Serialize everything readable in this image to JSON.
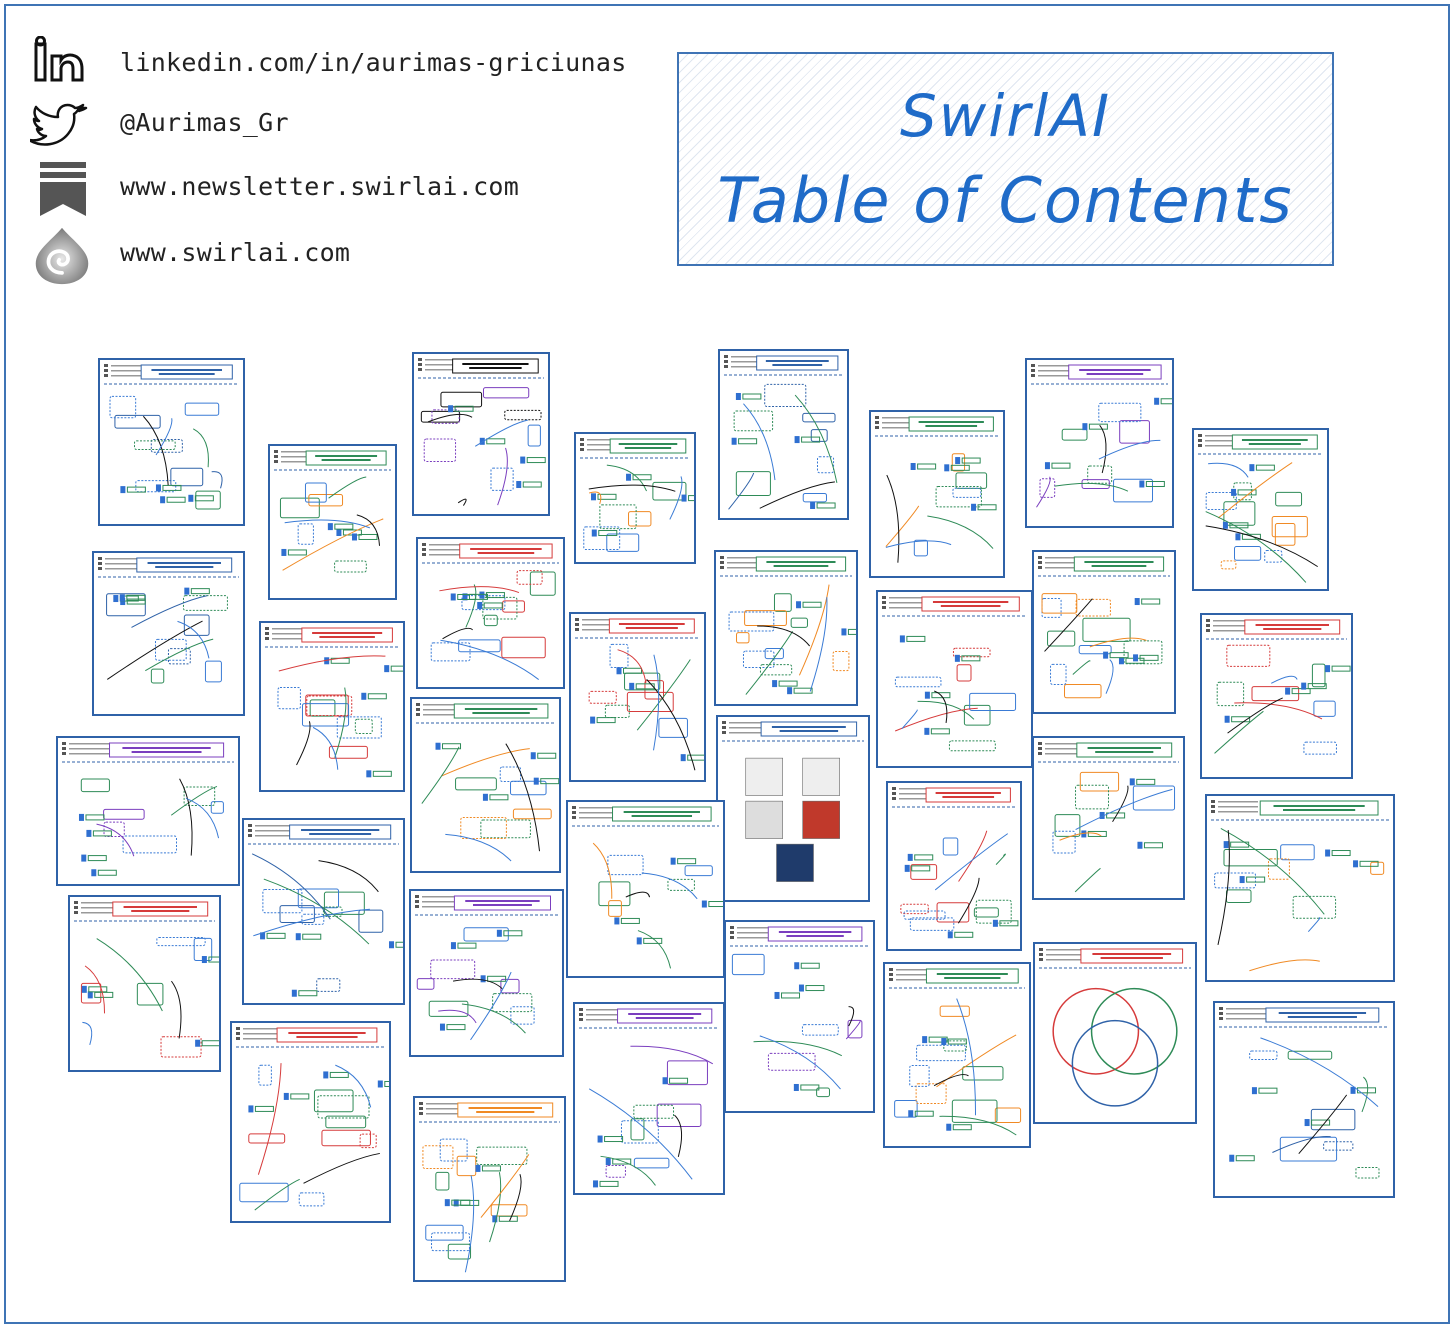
{
  "header": {
    "contacts": [
      {
        "icon": "linkedin-icon",
        "text": "linkedin.com/in/aurimas-griciunas"
      },
      {
        "icon": "twitter-icon",
        "text": "@Aurimas_Gr"
      },
      {
        "icon": "newsletter-bookmark-icon",
        "text": "www.newsletter.swirlai.com"
      },
      {
        "icon": "swirlai-logo-icon",
        "text": "www.swirlai.com"
      }
    ],
    "title_line1": "SwirlAI",
    "title_line2": "Table of Contents"
  },
  "colors": {
    "accent": "#1f6bc8",
    "border": "#2f62a8",
    "green": "#2e8b57",
    "purple": "#7b3fbf",
    "red": "#d63b3b",
    "orange": "#f08a24"
  },
  "cards": [
    {
      "name": "cdc-card",
      "title": "Data Engineering 101: CDC (Change Data Capture)",
      "theme": "blue"
    },
    {
      "name": "vector-databases-card",
      "title": "Vector Databases",
      "theme": "green"
    },
    {
      "name": "spark-partitions-card",
      "title": "Data Engineering 101: Spark - Partitions",
      "theme": "black"
    },
    {
      "name": "realtime-model-observability-card",
      "title": "MLOps 101: Real Time Model Observability",
      "theme": "green"
    },
    {
      "name": "kafka-reading-data-card",
      "title": "Data Engineering 101: Kafka - Reading Data (Brokers)",
      "theme": "blue"
    },
    {
      "name": "latency-of-feedback-card",
      "title": "Latency of Feedback in Machine Learning Applications",
      "theme": "green"
    },
    {
      "name": "data-value-chain-card",
      "title": "The Data Value Chain",
      "theme": "purple"
    },
    {
      "name": "vector-db-query-path-card",
      "title": "Vector Databases: Query Path",
      "theme": "green"
    },
    {
      "name": "cap-theorem-card",
      "title": "Data Engineering 101: CAP Theorem",
      "theme": "blue"
    },
    {
      "name": "acid-properties-card",
      "title": "Data Engineering 101: ACID Properties in DBMS",
      "theme": "red"
    },
    {
      "name": "training-serving-skew-card",
      "title": "MLOps 101: Training/Serving Skew in Machine Learning Systems",
      "theme": "red"
    },
    {
      "name": "kafka-data-indexing-card",
      "title": "Data Engineering 101: Kafka - Indexing",
      "theme": "green"
    },
    {
      "name": "kafka-at-least-once-card",
      "title": "Data Engineering 101: Kafka - At-Least/Most Once Processing",
      "theme": "red"
    },
    {
      "name": "organizational-structure-card",
      "title": "Organizational Structure for Effective MLOps Implementation",
      "theme": "green"
    },
    {
      "name": "cognitive-load-card",
      "title": "Cognitive Load and Capacity",
      "theme": "red"
    },
    {
      "name": "decomposing-ml-system-latency-card",
      "title": "MLOps 101: Decomposing ML System Latency",
      "theme": "red"
    },
    {
      "name": "feedback-loops-card",
      "title": "Feedback Loops in Machine Learning Systems",
      "theme": "green"
    },
    {
      "name": "ebooks-card",
      "title": "E-books to get you up to speed on the end-to-end Data Life Cycle",
      "theme": "books"
    },
    {
      "name": "decomposing-data-system-card",
      "title": "Decomposing the Data System",
      "theme": "purple"
    },
    {
      "name": "kubernetes-card",
      "title": "Kubernetes for Machine Learning and Data Engineering",
      "theme": "blue"
    },
    {
      "name": "realtime-model-observability-2-card",
      "title": "MLOps 101: Real Time Model Observability",
      "theme": "green"
    },
    {
      "name": "model-serving-types-card",
      "title": "MLOps 101: Machine Learning Model Deployment Types",
      "theme": "red"
    },
    {
      "name": "model-registry-card",
      "title": "MLOps 101: Central Role of The Model Registry",
      "theme": "green"
    },
    {
      "name": "event-latency-card",
      "title": "Event Latency in Data Systems",
      "theme": "green"
    },
    {
      "name": "data-quality-ml-system-card",
      "title": "Data Engineering / MLOps: Data Quality in ML System",
      "theme": "red"
    },
    {
      "name": "kafka-writing-data-card",
      "title": "Data Engineering 101: Kafka - Writing Data",
      "theme": "purple"
    },
    {
      "name": "kafka-use-cases-card",
      "title": "Data Engineering 101: Kafka - Use Cases",
      "theme": "purple"
    },
    {
      "name": "mlops-engineer-card",
      "title": "The MLOps Engineer",
      "theme": "venn"
    },
    {
      "name": "continuous-training-card",
      "title": "MLOps 101: Continuous Training (CT)",
      "theme": "red"
    },
    {
      "name": "feature-platform-card",
      "title": "MLOps 101: Feature Platform",
      "theme": "purple"
    },
    {
      "name": "mlops-realtime-deployment-card",
      "title": "MLOps Driven Real Time ML Service Deployment",
      "theme": "green"
    },
    {
      "name": "online-testing-card",
      "title": "Online Testing of ML Models",
      "theme": "blue"
    },
    {
      "name": "airflow-architecture-card",
      "title": "Data Engineering 101: Airflow - Architecture",
      "theme": "orange"
    }
  ]
}
